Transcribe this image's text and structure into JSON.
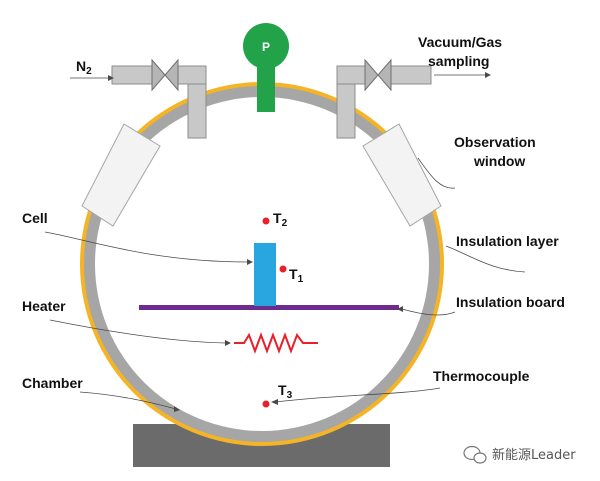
{
  "labels": {
    "n2": "N",
    "n2_sub": "2",
    "vacuum_line1": "Vacuum/Gas",
    "vacuum_line2": "sampling",
    "pump": "P",
    "observation_line1": "Observation",
    "observation_line2": "window",
    "cell": "Cell",
    "heater": "Heater",
    "chamber": "Chamber",
    "insulation_layer": "Insulation layer",
    "insulation_board": "Insulation board",
    "thermocouple": "Thermocouple",
    "t1": "T",
    "t1_sub": "1",
    "t2": "T",
    "t2_sub": "2",
    "t3": "T",
    "t3_sub": "3",
    "watermark": "新能源Leader"
  },
  "icons": {
    "pump": "pump-icon",
    "valve_left": "valve-icon",
    "valve_right": "valve-icon",
    "heater": "heating-coil-icon",
    "watermark_logo": "wechat-icon"
  },
  "colors": {
    "insulation_layer": "#f5b425",
    "chamber_wall": "#a6a6a6",
    "window": "#f2f2f2",
    "pump": "#22a34a",
    "cell": "#29a5df",
    "board": "#6e2b8e",
    "heater": "#e8202a",
    "thermo_point": "#e8202a",
    "base": "#6b6b6b"
  }
}
